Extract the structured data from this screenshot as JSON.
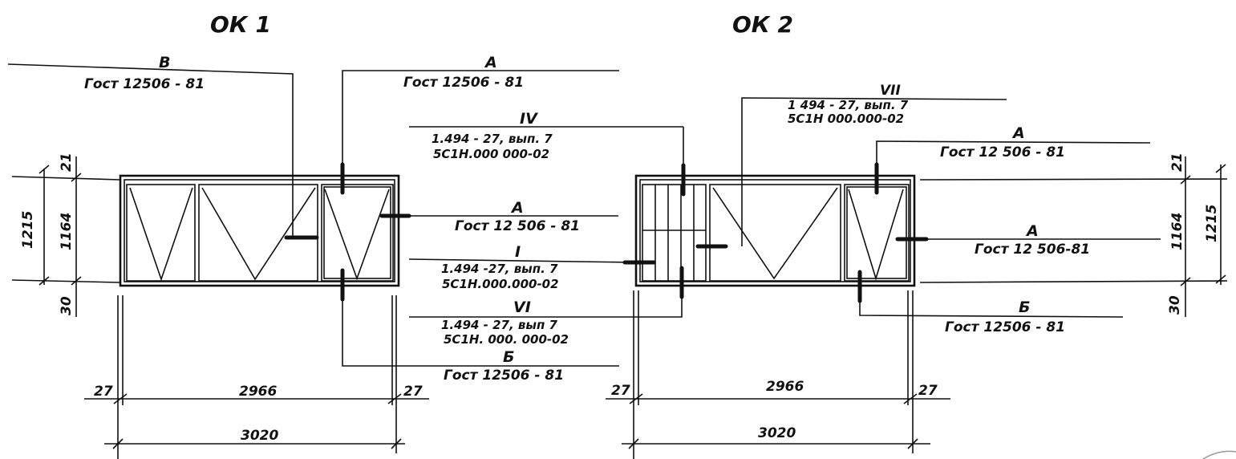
{
  "drawings": {
    "ok1": {
      "title": "ОК 1"
    },
    "ok2": {
      "title": "ОК 2"
    }
  },
  "callouts": {
    "ok1_v_mark": "В",
    "ok1_v_spec": "Гост  12506 - 81",
    "ok1_a_top_mark": "А",
    "ok1_a_top_spec": "Гост  12506 - 81",
    "iv_mark": "IV",
    "iv_spec1": "1.494 - 27, вып. 7",
    "iv_spec2": "5С1Н.000 000-02",
    "ok1_a_mid_mark": "А",
    "ok1_a_mid_spec": "Гост  12 506 - 81",
    "i_mark": "I",
    "i_spec1": "1.494 -27, вып. 7",
    "i_spec2": "5С1Н.000.000-02",
    "vi_mark": "VI",
    "vi_spec1": "1.494 - 27, вып 7",
    "vi_spec2": "5С1Н. 000. 000-02",
    "ok1_b_mark": "Б",
    "ok1_b_spec": "Гост  12506 - 81",
    "vii_mark": "VII",
    "vii_spec1": "1 494 - 27, вып. 7",
    "vii_spec2": "5С1Н  000.000-02",
    "ok2_a_top_mark": "А",
    "ok2_a_top_spec": "Гост    12 506 - 81",
    "ok2_a_mid_mark": "А",
    "ok2_a_mid_spec": "Гост  12 506-81",
    "ok2_b_mark": "Б",
    "ok2_b_spec": "Гост   12506 - 81"
  },
  "dimensions": {
    "ok1_top": "21",
    "ok1_total_h": "1215",
    "ok1_inner_h": "1164",
    "ok1_bottom": "30",
    "ok1_left": "27",
    "ok1_inner_w": "2966",
    "ok1_right": "27",
    "ok1_total_w": "3020",
    "ok2_top": "21",
    "ok2_total_h": "1215",
    "ok2_inner_h": "1164",
    "ok2_bottom": "30",
    "ok2_left": "27",
    "ok2_inner_w": "2966",
    "ok2_right": "27",
    "ok2_total_w": "3020"
  }
}
